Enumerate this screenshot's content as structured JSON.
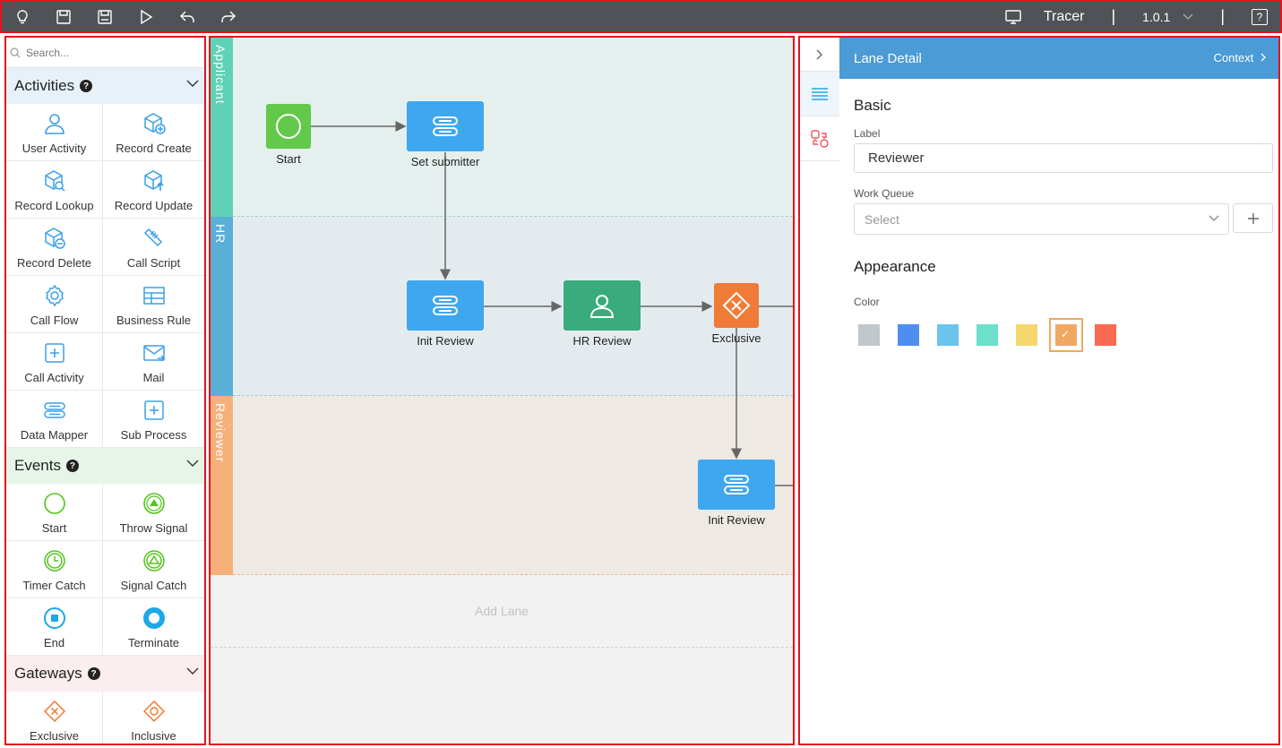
{
  "toolbar": {
    "icons": [
      "lightbulb-icon",
      "save-icon",
      "save-as-icon",
      "run-icon",
      "undo-icon",
      "redo-icon"
    ],
    "tracer_label": "Tracer",
    "separator": "|",
    "version": "1.0.1",
    "help": "?"
  },
  "palette": {
    "search_placeholder": "Search...",
    "activities": {
      "title": "Activities",
      "items": [
        "User Activity",
        "Record Create",
        "Record Lookup",
        "Record Update",
        "Record Delete",
        "Call Script",
        "Call Flow",
        "Business Rule",
        "Call Activity",
        "Mail",
        "Data Mapper",
        "Sub Process"
      ]
    },
    "events": {
      "title": "Events",
      "items": [
        "Start",
        "Throw Signal",
        "Timer Catch",
        "Signal Catch",
        "End",
        "Terminate"
      ]
    },
    "gateways": {
      "title": "Gateways",
      "items": [
        "Exclusive",
        "Inclusive"
      ]
    }
  },
  "canvas": {
    "lanes": [
      {
        "name": "Applicant",
        "strip_color": "#5fd1b6",
        "body_color": "#e4efee"
      },
      {
        "name": "HR",
        "strip_color": "#5aafd6",
        "body_color": "#e4ebef"
      },
      {
        "name": "Reviewer",
        "strip_color": "#f6b07a",
        "body_color": "#efe9e4"
      }
    ],
    "add_lane": "Add Lane",
    "nodes": {
      "start": "Start",
      "set_submitter": "Set submitter",
      "init_review_hr": "Init Review",
      "hr_review": "HR Review",
      "exclusive": "Exclusive",
      "init_review_reviewer": "Init Review"
    }
  },
  "detail": {
    "title": "Lane Detail",
    "context": "Context",
    "basic": "Basic",
    "label_label": "Label",
    "label_value": "Reviewer",
    "work_queue_label": "Work Queue",
    "work_queue_placeholder": "Select",
    "appearance": "Appearance",
    "color_label": "Color",
    "colors": [
      "#c2c7cc",
      "#4f8ef0",
      "#6cc4ec",
      "#6de0cc",
      "#f5d76e",
      "#f0a860",
      "#fa6a52"
    ],
    "selected_color": "#f0a860"
  }
}
